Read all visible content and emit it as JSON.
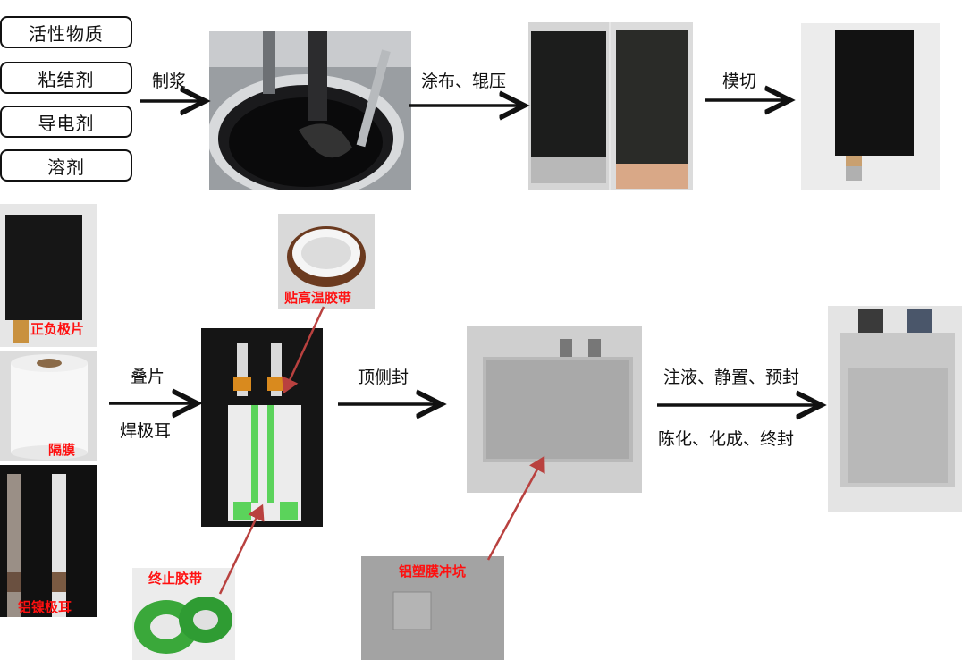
{
  "materials": [
    "活性物质",
    "粘结剂",
    "导电剂",
    "溶剂"
  ],
  "steps": {
    "slurry": "制浆",
    "coating": "涂布、辊压",
    "cutting": "模切",
    "stacking": "叠片",
    "welding": "焊极耳",
    "top_side_seal": "顶侧封",
    "inject_line1": "注液、静置、预封",
    "inject_line2": "陈化、化成、终封"
  },
  "parts": {
    "electrodes": "正负极片",
    "separator": "隔膜",
    "tabs": "铝镍极耳",
    "hitemp_tape": "贴高温胶带",
    "stop_tape": "终止胶带",
    "pouch_cup": "铝塑膜冲坑"
  },
  "colors": {
    "arrow": "#111111",
    "annotation": "#ff1010",
    "pointer": "#b9413f"
  }
}
